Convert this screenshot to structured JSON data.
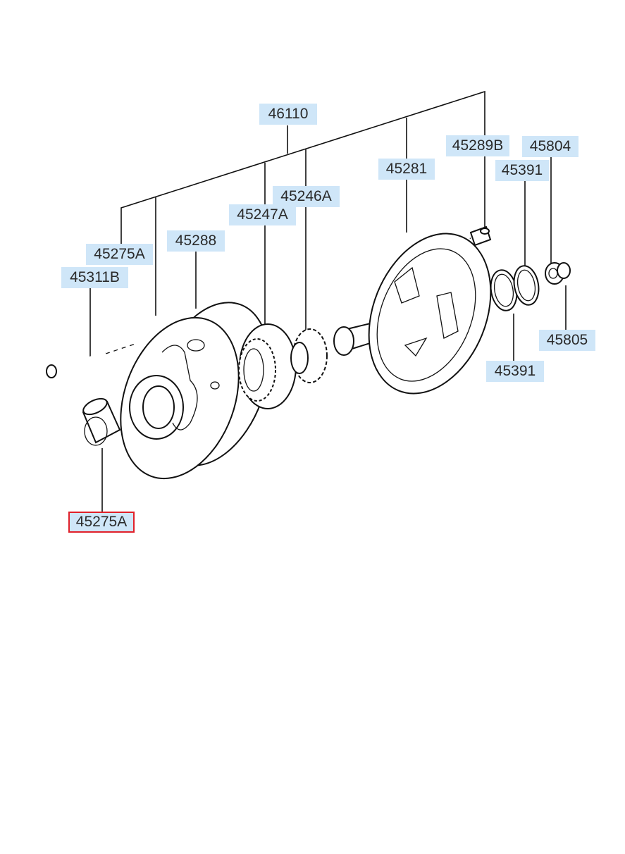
{
  "callouts": {
    "c46110": "46110",
    "c45289b": "45289B",
    "c45804": "45804",
    "c45281": "45281",
    "c45391_top": "45391",
    "c45246a": "45246A",
    "c45247a": "45247A",
    "c45288": "45288",
    "c45275a_top": "45275A",
    "c45311b": "45311B",
    "c45805": "45805",
    "c45391_bottom": "45391",
    "c45275a_selected": "45275A"
  },
  "colors": {
    "label_bg": "#cfe6f8",
    "selected_border": "#e0202a",
    "line": "#111111"
  }
}
